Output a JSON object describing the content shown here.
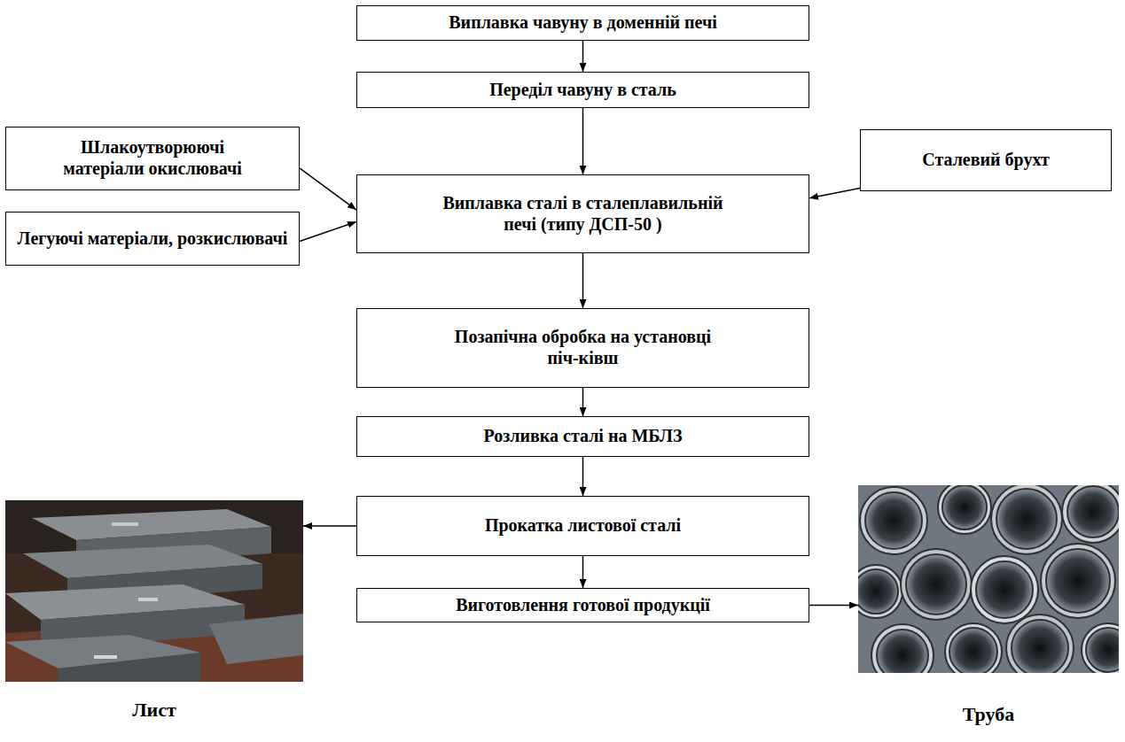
{
  "diagram": {
    "nodes": [
      {
        "text": [
          "Виплавка чавуну в доменній печі"
        ]
      },
      {
        "text": [
          "Переділ чавуну в сталь"
        ]
      },
      {
        "text": [
          "Шлакоутворюючі матеріали окислювачі"
        ]
      },
      {
        "text": [
          "Сталевий брухт"
        ]
      },
      {
        "text": [
          "Виплавка сталі в сталеплавильній печі (типу ДСП-50 )"
        ]
      },
      {
        "text": [
          "Легуючі матеріали, розкислювачі"
        ]
      },
      {
        "text": [
          "Позапічна обробка на установці піч-ківш"
        ]
      },
      {
        "text": [
          "Розливка сталі на МБЛЗ"
        ]
      },
      {
        "text": [
          "Прокатка листової сталі"
        ]
      },
      {
        "text": [
          "Виготовлення готової продукції"
        ]
      },
      {
        "text": [
          "Лист"
        ]
      },
      {
        "text": [
          "Труба"
        ]
      }
    ],
    "edges": [
      {
        "from": 0,
        "to": 1,
        "arrow": "to"
      },
      {
        "from": 1,
        "to": 4,
        "arrow": "to"
      },
      {
        "from": 2,
        "to": 4,
        "arrow": "to"
      },
      {
        "from": 3,
        "to": 4,
        "arrow": "to"
      },
      {
        "from": 5,
        "to": 4,
        "arrow": "to"
      },
      {
        "from": 4,
        "to": 6,
        "arrow": "to"
      },
      {
        "from": 6,
        "to": 7,
        "arrow": "to"
      },
      {
        "from": 7,
        "to": 8,
        "arrow": "to"
      },
      {
        "from": 8,
        "to": 10,
        "arrow": "to"
      },
      {
        "from": 8,
        "to": 9,
        "arrow": "to"
      },
      {
        "from": 9,
        "to": 11,
        "arrow": "to"
      }
    ]
  }
}
